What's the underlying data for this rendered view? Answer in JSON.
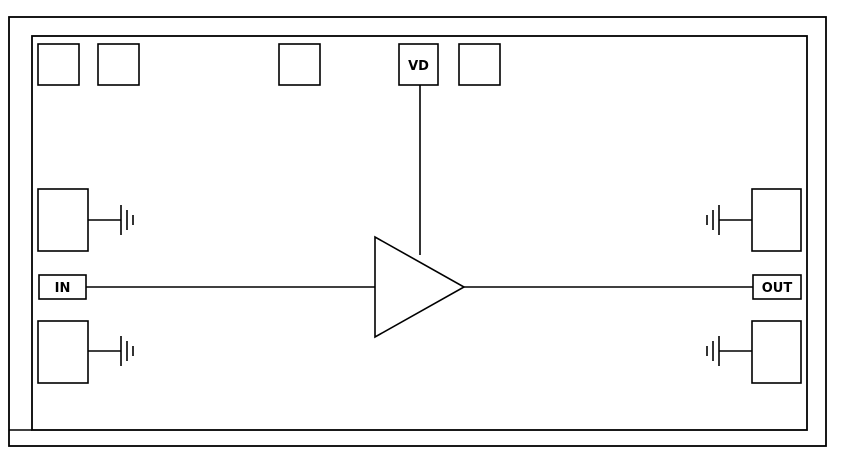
{
  "pins": {
    "vd": "VD",
    "in": "IN",
    "out": "OUT"
  },
  "symbols": {
    "amplifier": "amplifier-triangle-icon",
    "ground": "ground-symbol-icon"
  },
  "colors": {
    "stroke": "#000000",
    "background": "#ffffff"
  }
}
